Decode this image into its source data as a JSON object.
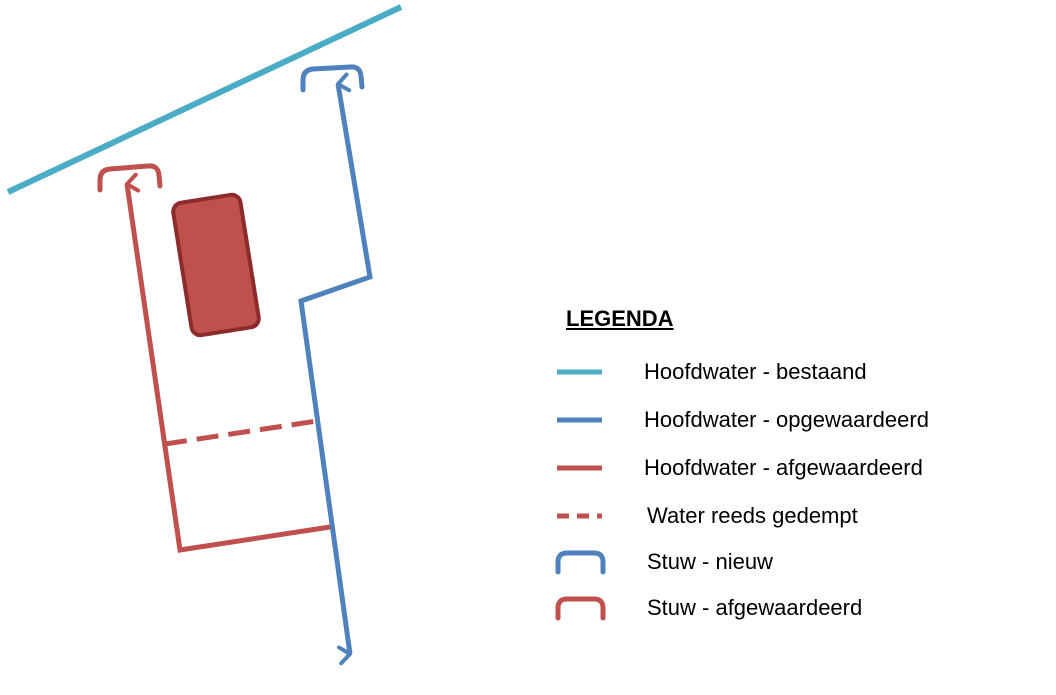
{
  "colors": {
    "hoofdwater_bestaand": "#4bacc6",
    "hoofdwater_opgewaardeerd": "#4f81bd",
    "hoofdwater_afgewaardeerd": "#c0504d",
    "building_fill": "#c0504d",
    "building_stroke": "#8c2b2b"
  },
  "legend": {
    "title": "LEGENDA",
    "items": [
      {
        "label": "Hoofdwater - bestaand",
        "symbol": "solid-line",
        "color": "#4bacc6"
      },
      {
        "label": "Hoofdwater - opgewaardeerd",
        "symbol": "solid-line",
        "color": "#4f81bd"
      },
      {
        "label": "Hoofdwater - afgewaardeerd",
        "symbol": "solid-line",
        "color": "#c0504d"
      },
      {
        "label": "Water reeds gedempt",
        "symbol": "dashed-line",
        "color": "#c0504d"
      },
      {
        "label": "Stuw - nieuw",
        "symbol": "weir",
        "color": "#4f81bd"
      },
      {
        "label": "Stuw - afgewaardeerd",
        "symbol": "weir",
        "color": "#c0504d"
      }
    ]
  }
}
